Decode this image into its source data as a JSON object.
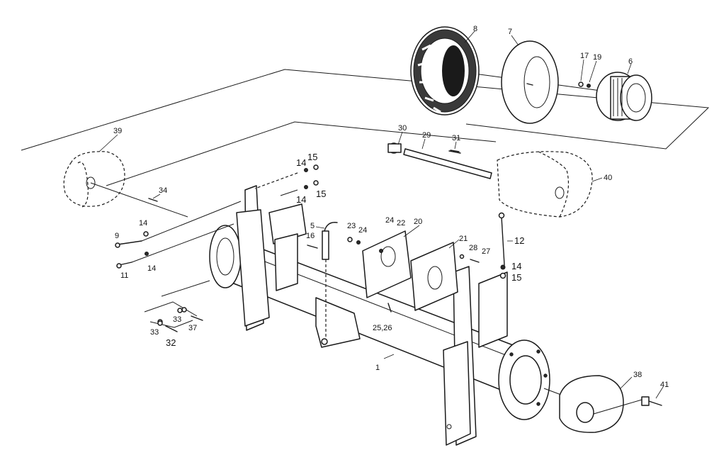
{
  "diagram": {
    "callouts": {
      "p1": "1",
      "p5": "5",
      "p6": "6",
      "p7": "7",
      "p8": "8",
      "p9": "9",
      "p11": "11",
      "p12": "12",
      "p14a": "14",
      "p15a": "15",
      "p14b": "14",
      "p15b": "15",
      "p14c": "14",
      "p14d": "14",
      "p14e": "14",
      "p15e": "15",
      "p16": "16",
      "p17": "17",
      "p19": "19",
      "p20": "20",
      "p21": "21",
      "p22": "22",
      "p23": "23",
      "p24a": "24",
      "p24b": "24",
      "p25_26": "25,26",
      "p27": "27",
      "p28": "28",
      "p29": "29",
      "p30": "30",
      "p31": "31",
      "p32": "32",
      "p33a": "33",
      "p33b": "33",
      "p34": "34",
      "p37": "37",
      "p38": "38",
      "p39": "39",
      "p40": "40",
      "p41": "41"
    }
  }
}
